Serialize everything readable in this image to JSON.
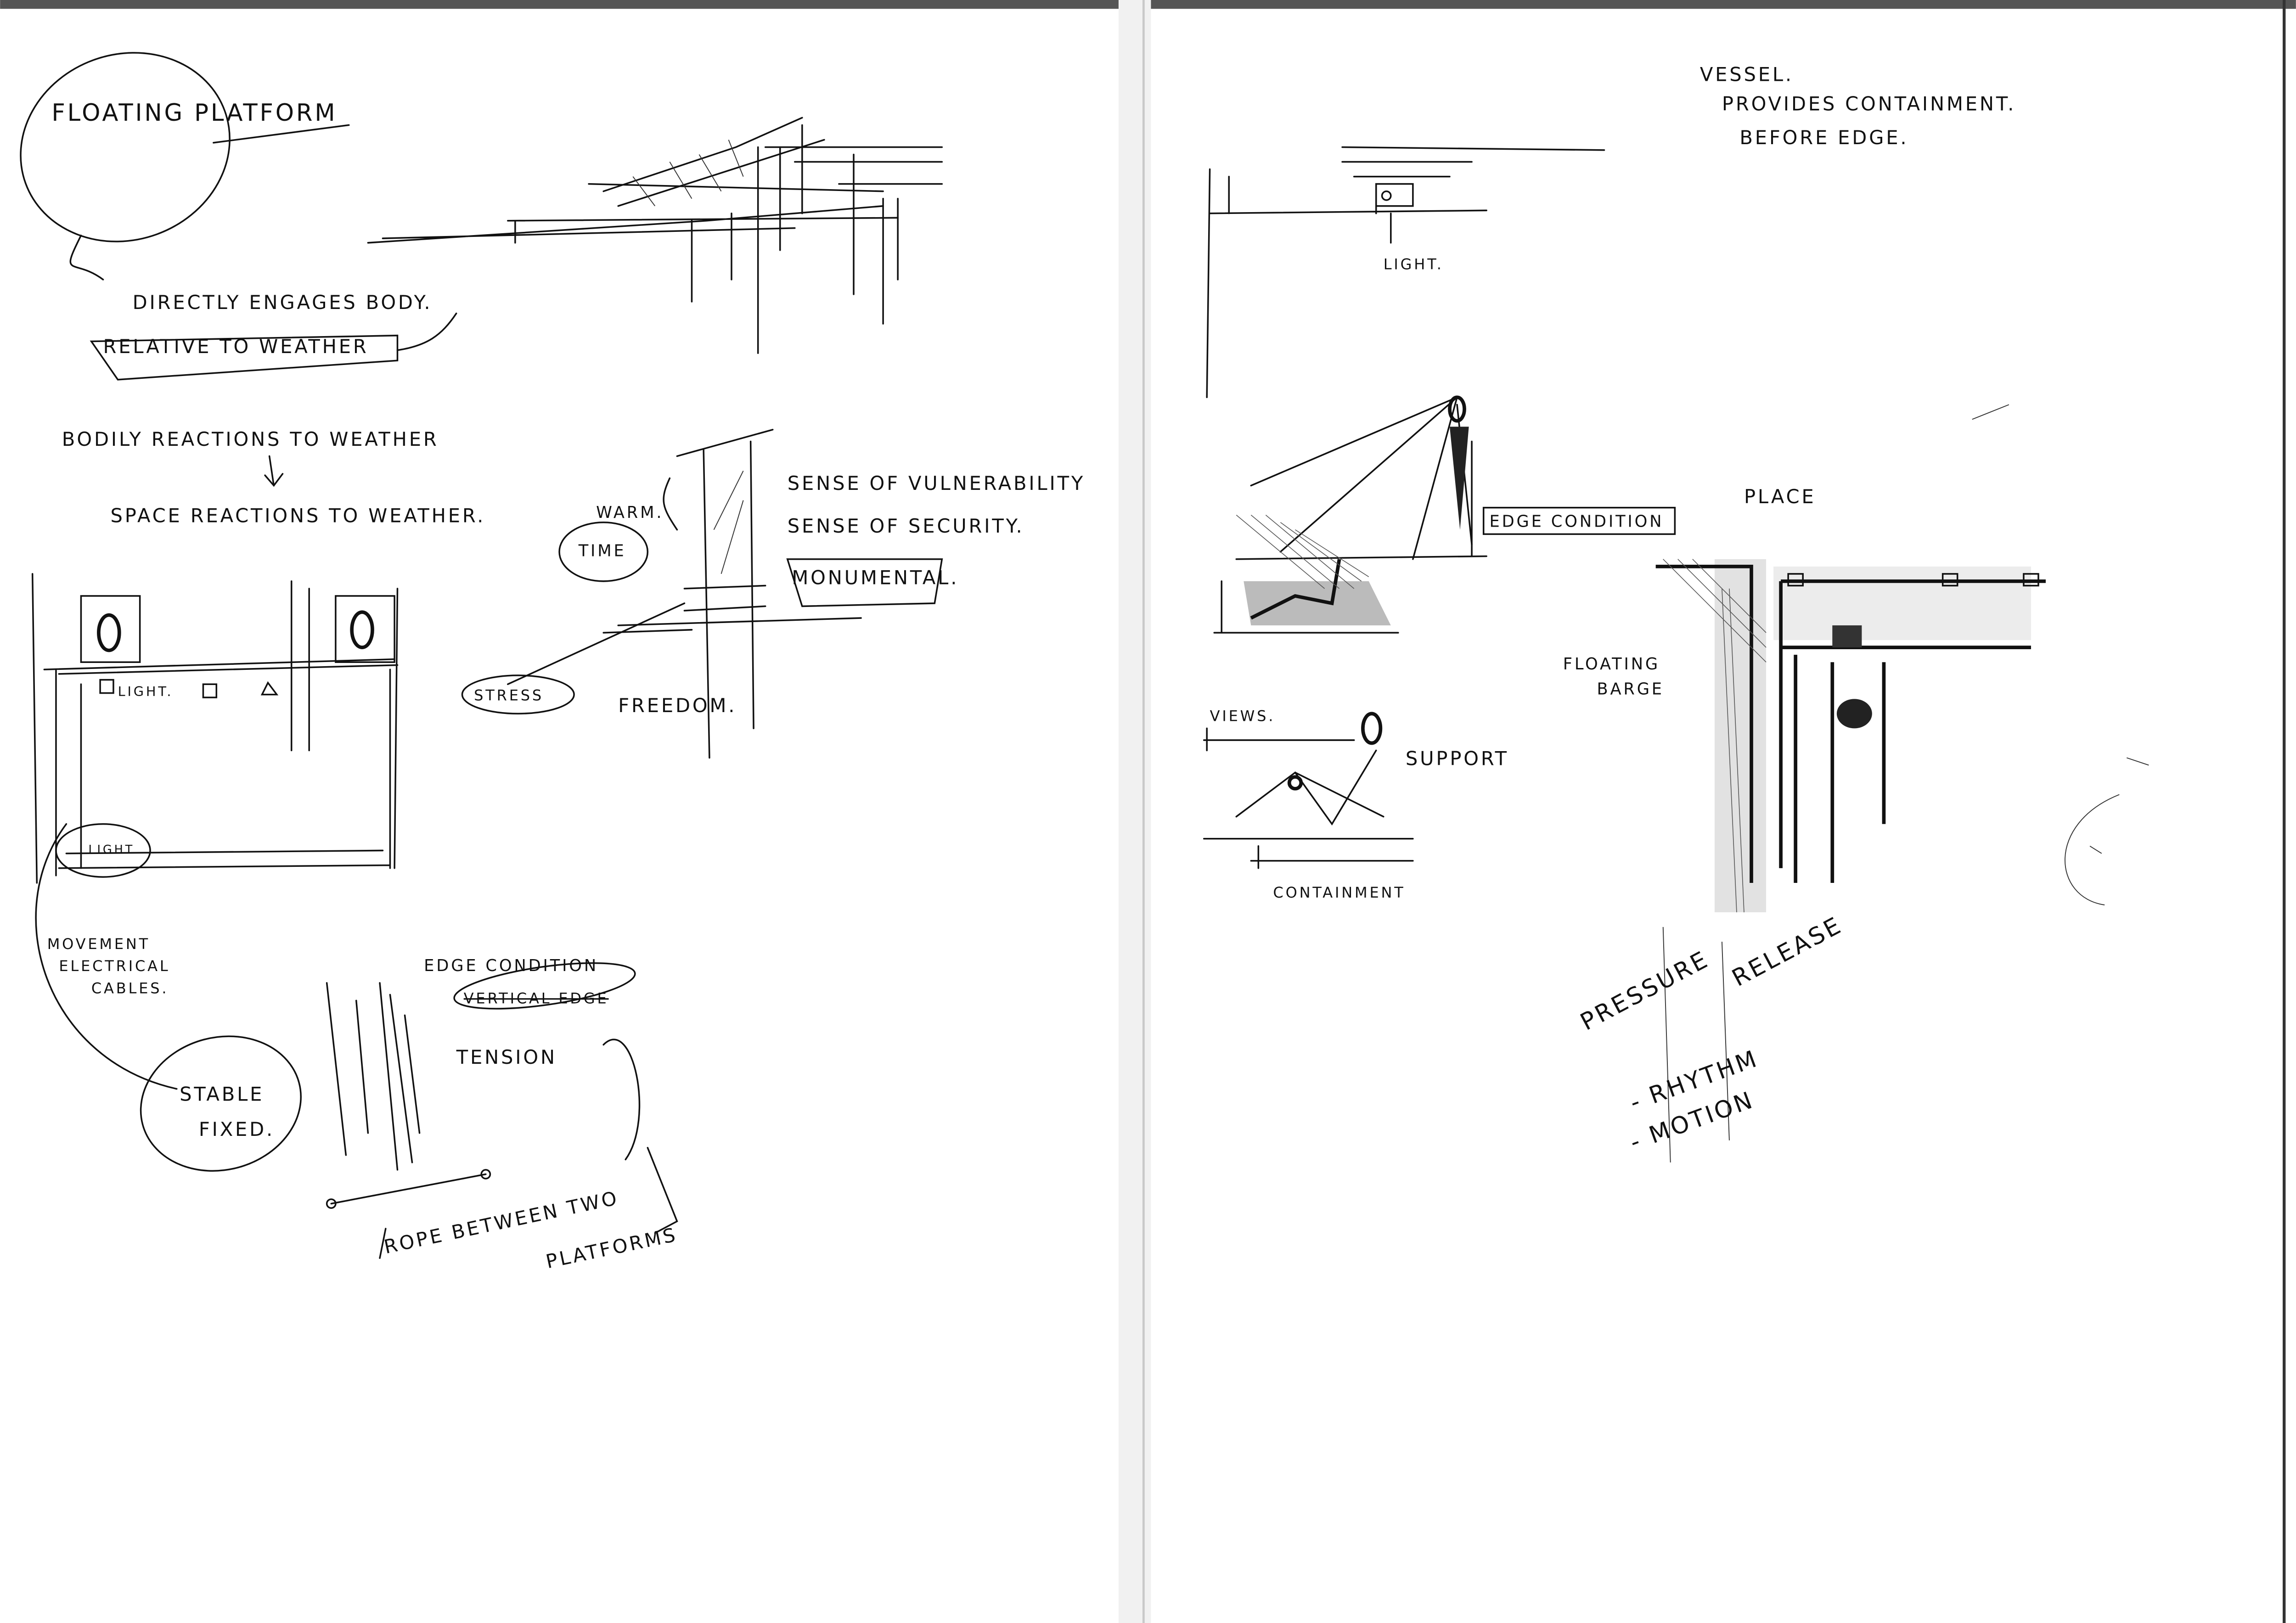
{
  "left_page": {
    "title": "FLOATING PLATFORM",
    "note_directly": "DIRECTLY ENGAGES BODY.",
    "note_relative": "RELATIVE TO WEATHER",
    "note_bodily": "BODILY REACTIONS TO WEATHER",
    "note_space": "SPACE REACTIONS TO WEATHER.",
    "label_light": "LIGHT.",
    "label_light_small": "LIGHT",
    "note_movement": [
      "MOVEMENT",
      "ELECTRICAL",
      "CABLES."
    ],
    "note_stable": [
      "STABLE",
      "FIXED."
    ],
    "label_warm": "WARM.",
    "label_time": "TIME",
    "note_vulnerability": "SENSE OF VULNERABILITY",
    "note_security": "SENSE OF SECURITY.",
    "note_monumental": "MONUMENTAL.",
    "label_stress": "STRESS",
    "label_freedom": "FREEDOM.",
    "note_edge_condition": "EDGE CONDITION",
    "note_struck": "VERTICAL EDGE",
    "label_tension": "TENSION",
    "note_rope": [
      "ROPE BETWEEN TWO",
      "PLATFORMS"
    ]
  },
  "right_page": {
    "note_vessel": "VESSEL.",
    "note_provides": "PROVIDES CONTAINMENT.",
    "note_before": "BEFORE EDGE.",
    "label_light": "LIGHT.",
    "label_edge_condition": "EDGE CONDITION",
    "label_place": "PLACE",
    "label_floating_barge": [
      "FLOATING",
      "BARGE"
    ],
    "label_views": "VIEWS.",
    "label_support": "SUPPORT",
    "label_containment": "CONTAINMENT",
    "note_pressure": [
      "PRESSURE",
      "RELEASE"
    ],
    "note_list": [
      "- RHYTHM",
      "- MOTION"
    ]
  },
  "colors": {
    "paper": "#ffffff",
    "ink": "#111111",
    "gutter": "#d9d9d9"
  }
}
